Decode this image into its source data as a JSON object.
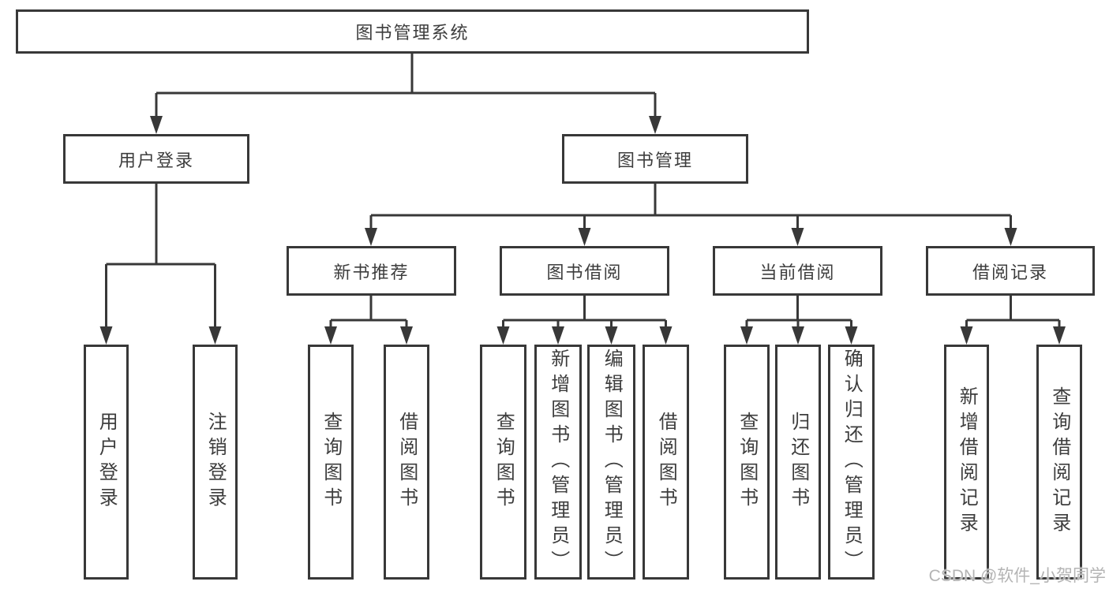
{
  "colors": {
    "line": "#383838",
    "text": "#3d3d3d",
    "canvas": "#ffffff",
    "watermark": "#b4b4b4"
  },
  "tree": {
    "root": {
      "label": "图书管理系统"
    },
    "branches": [
      {
        "label": "用户登录",
        "children": [
          {
            "label": "用户登录"
          },
          {
            "label": "注销登录"
          }
        ]
      },
      {
        "label": "图书管理",
        "children": [
          {
            "label": "新书推荐",
            "children": [
              {
                "label": "查询图书"
              },
              {
                "label": "借阅图书"
              }
            ]
          },
          {
            "label": "图书借阅",
            "children": [
              {
                "label": "查询图书"
              },
              {
                "label": "新增图书（管理员）"
              },
              {
                "label": "编辑图书（管理员）"
              },
              {
                "label": "借阅图书"
              }
            ]
          },
          {
            "label": "当前借阅",
            "children": [
              {
                "label": "查询图书"
              },
              {
                "label": "归还图书"
              },
              {
                "label": "确认归还（管理员）"
              }
            ]
          },
          {
            "label": "借阅记录",
            "children": [
              {
                "label": "新增借阅记录"
              },
              {
                "label": "查询借阅记录"
              }
            ]
          }
        ]
      }
    ]
  },
  "watermark": {
    "text": "CSDN @软件_小贺同学"
  }
}
